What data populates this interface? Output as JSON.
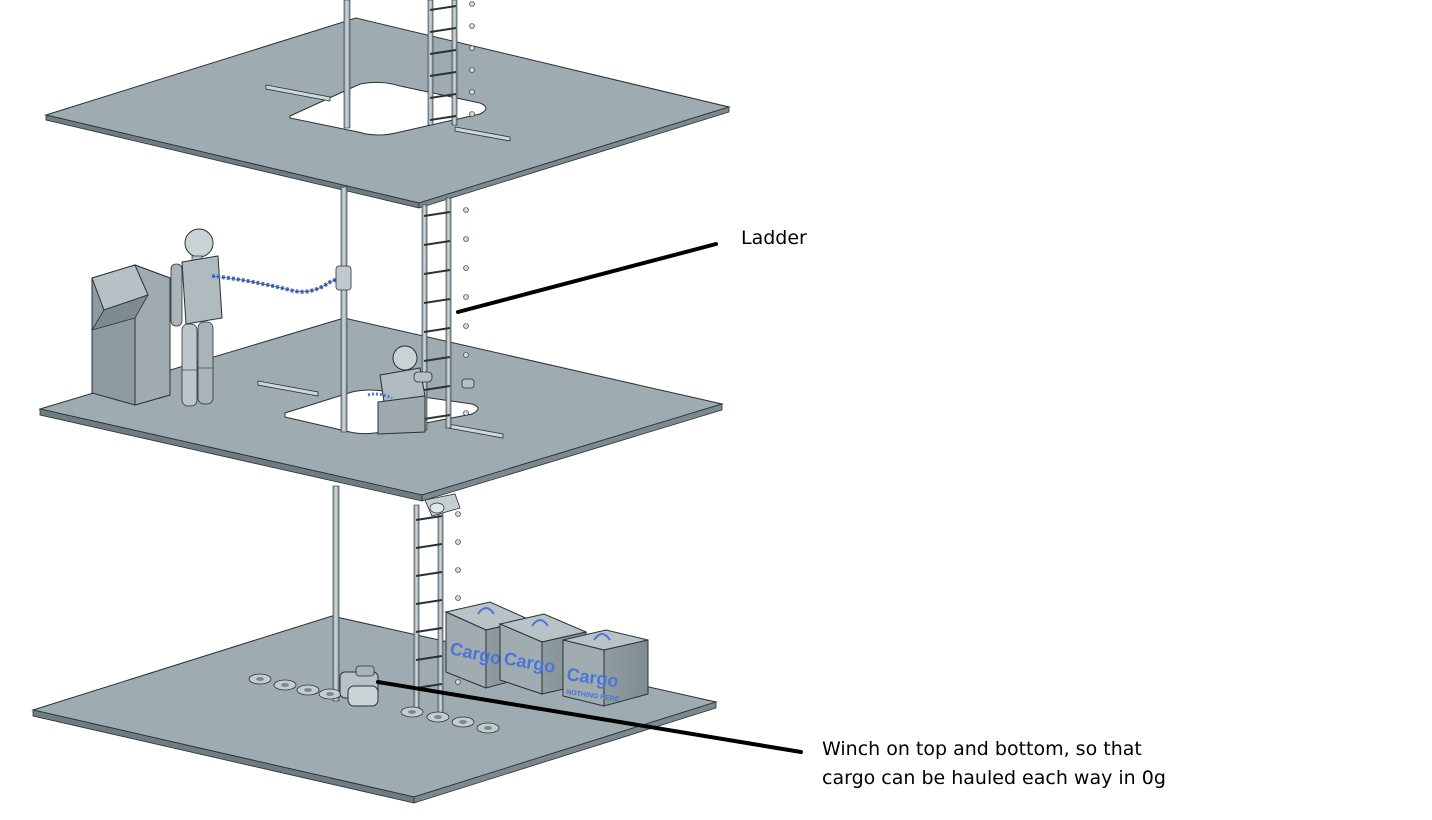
{
  "annotations": {
    "ladder_label": "Ladder",
    "winch_label_line1": "Winch on top and bottom, so that",
    "winch_label_line2": "cargo can be hauled each way in 0g"
  },
  "cargo_boxes": [
    {
      "label": "Cargo"
    },
    {
      "label": "Cargo"
    },
    {
      "label": "Cargo",
      "sublabel": "NOTHING HERE"
    }
  ],
  "colors": {
    "deck_top": "#9eabb0",
    "deck_edge": "#6f7d82",
    "outline": "#2a3336",
    "cargo_text": "#4a74d8",
    "leader_line": "#000000"
  }
}
